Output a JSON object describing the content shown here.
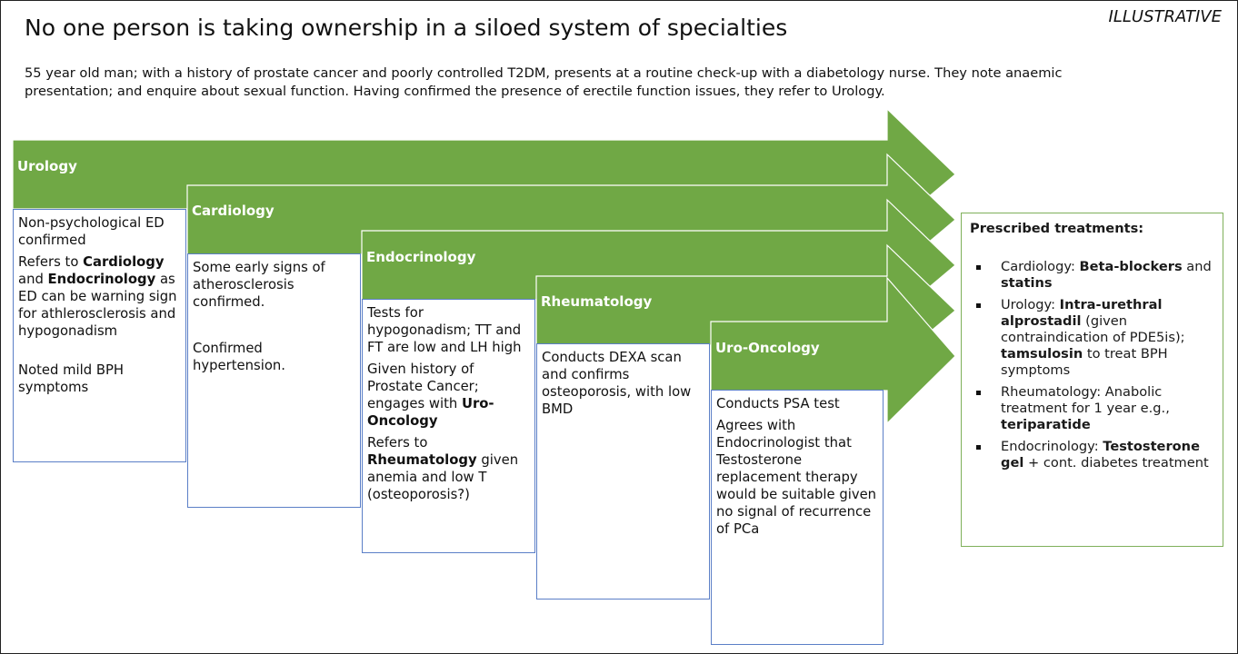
{
  "header": {
    "title": "No one person is taking ownership in a siloed system of specialties",
    "tag": "ILLUSTRATIVE",
    "intro": "55 year old man; with a history of prostate cancer and poorly controlled T2DM, presents at a routine check-up with a diabetology nurse. They note anaemic presentation; and enquire about sexual function. Having confirmed the presence of erectile function issues, they refer to Urology."
  },
  "colors": {
    "arrow": "#70a845",
    "box_border": "#5b7fc7",
    "treat_border": "#7fb05a"
  },
  "specialties": [
    {
      "name": "Urology",
      "notes": [
        [
          {
            "t": "Non-psychological ED confirmed"
          }
        ],
        [
          {
            "t": "Refers to "
          },
          {
            "t": "Cardiology",
            "b": true
          },
          {
            "t": " and "
          },
          {
            "t": "Endocrinology",
            "b": true
          },
          {
            "t": " as ED can be warning sign for athlerosclerosis and hypogonadism"
          }
        ],
        [
          {
            "t": "Noted mild BPH symptoms"
          }
        ]
      ]
    },
    {
      "name": "Cardiology",
      "notes": [
        [
          {
            "t": "Some early signs of atherosclerosis confirmed."
          }
        ],
        [
          {
            "t": "Confirmed hypertension."
          }
        ]
      ]
    },
    {
      "name": "Endocrinology",
      "notes": [
        [
          {
            "t": "Tests for hypogonadism; TT and FT are low and LH high"
          }
        ],
        [
          {
            "t": "Given history of Prostate Cancer; engages with "
          },
          {
            "t": "Uro-Oncology",
            "b": true
          }
        ],
        [
          {
            "t": "Refers to "
          },
          {
            "t": "Rheumatology",
            "b": true
          },
          {
            "t": " given anemia and low T (osteoporosis?)"
          }
        ]
      ]
    },
    {
      "name": "Rheumatology",
      "notes": [
        [
          {
            "t": "Conducts DEXA scan and confirms osteoporosis, with low BMD"
          }
        ]
      ]
    },
    {
      "name": "Uro-Oncology",
      "notes": [
        [
          {
            "t": "Conducts PSA test"
          }
        ],
        [
          {
            "t": "Agrees with Endocrinologist that Testosterone replacement therapy would be suitable given no signal of recurrence of PCa"
          }
        ]
      ]
    }
  ],
  "treatments": {
    "heading": "Prescribed treatments:",
    "items": [
      [
        {
          "t": "Cardiology: "
        },
        {
          "t": "Beta-blockers",
          "b": true
        },
        {
          "t": " and "
        },
        {
          "t": "statins",
          "b": true
        }
      ],
      [
        {
          "t": "Urology: "
        },
        {
          "t": "Intra-urethral alprostadil",
          "b": true
        },
        {
          "t": " (given contraindication of PDE5is); "
        },
        {
          "t": "tamsulosin",
          "b": true
        },
        {
          "t": " to treat BPH symptoms"
        }
      ],
      [
        {
          "t": "Rheumatology: Anabolic treatment for 1 year e.g., "
        },
        {
          "t": "teriparatide",
          "b": true
        }
      ],
      [
        {
          "t": "Endocrinology: "
        },
        {
          "t": "Testosterone gel",
          "b": true
        },
        {
          "t": " + cont. diabetes treatment"
        }
      ]
    ]
  }
}
